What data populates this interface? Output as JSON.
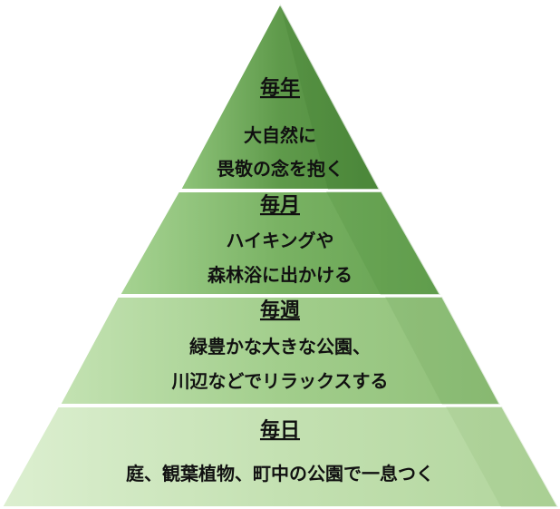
{
  "pyramid": {
    "tiers": [
      {
        "title": "毎年",
        "lines": [
          "大自然に",
          "畏敬の念を抱く"
        ],
        "color": "#6ea85a"
      },
      {
        "title": "毎月",
        "lines": [
          "ハイキングや",
          "森林浴に出かける"
        ],
        "color": "#86bd6f"
      },
      {
        "title": "毎週",
        "lines": [
          "緑豊かな大きな公園、",
          "川辺などでリラックスする"
        ],
        "color": "#a9d293"
      },
      {
        "title": "毎日",
        "lines": [
          "庭、観葉植物、町中の公園で一息つく"
        ],
        "color": "#c9e4b8"
      }
    ]
  }
}
